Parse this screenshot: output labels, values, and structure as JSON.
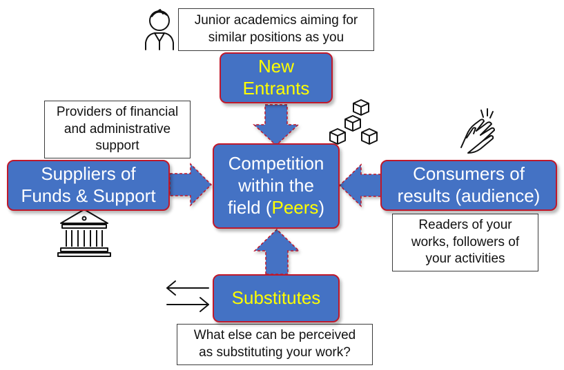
{
  "boxes": {
    "new_entrants": {
      "line1": "New",
      "line2": "Entrants"
    },
    "competition": {
      "line1": "Competition",
      "line2": "within the",
      "line3_pre": "field (",
      "line3_highlight": "Peers",
      "line3_post": ")"
    },
    "suppliers": {
      "line1": "Suppliers of",
      "line2": "Funds & Support"
    },
    "consumers": {
      "line1": "Consumers of",
      "line2": "results (audience)"
    },
    "substitutes": {
      "label": "Substitutes"
    }
  },
  "notes": {
    "junior": {
      "line1": "Junior academics aiming for",
      "line2": "similar positions as you"
    },
    "providers": {
      "line1": "Providers of financial",
      "line2": "and administrative",
      "line3": "support"
    },
    "readers": {
      "line1": "Readers of your",
      "line2": "works, followers of",
      "line3": "your activities"
    },
    "what_else": {
      "line1": "What else can be perceived",
      "line2": "as substituting your work?"
    }
  },
  "colors": {
    "box_fill": "#4472c4",
    "box_border": "#c0182a",
    "highlight_text": "#ffff00",
    "arrow_fill": "#4472c4"
  },
  "icons": [
    "person-icon",
    "blocks-icon",
    "clapping-hands-icon",
    "institution-icon",
    "swap-arrows-icon"
  ]
}
